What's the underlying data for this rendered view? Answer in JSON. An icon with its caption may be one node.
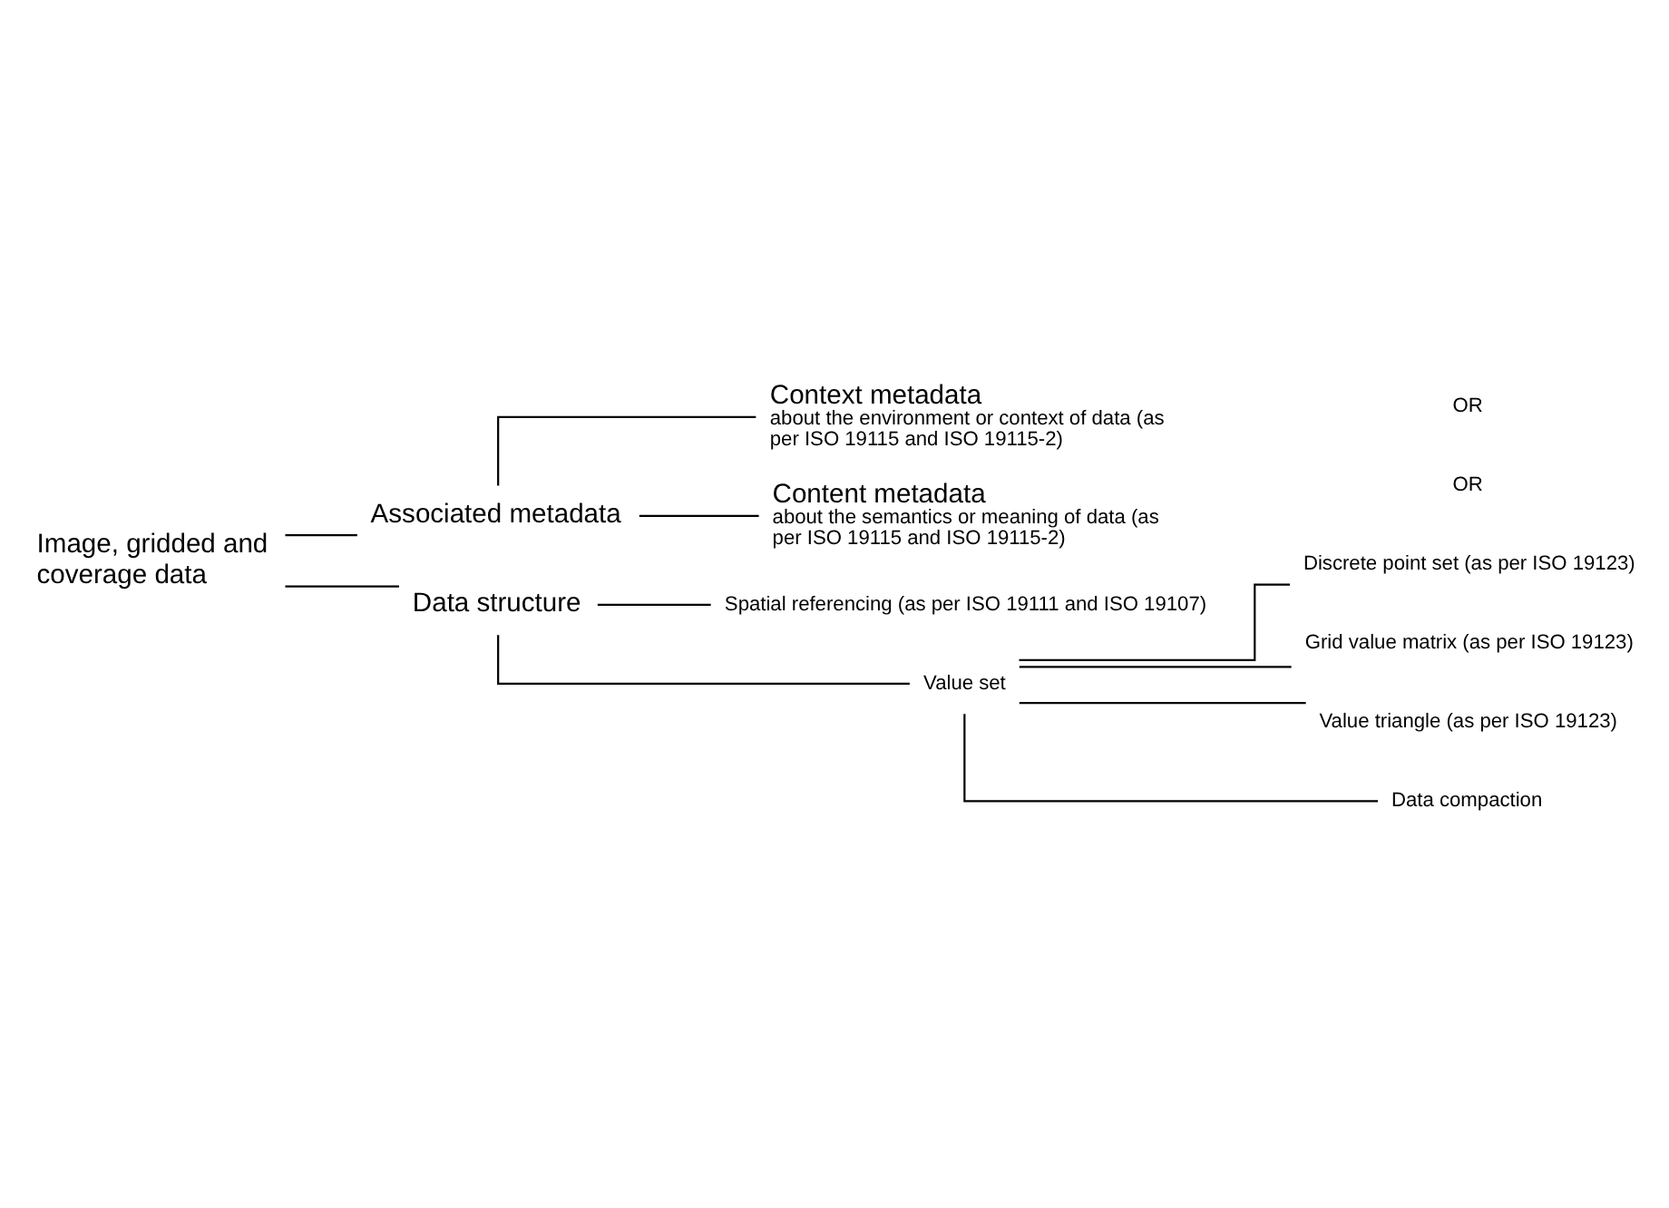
{
  "diagram": {
    "nodes": [
      {
        "text": [
          "Image, gridded and coverage data"
        ]
      },
      {
        "text": [
          "Associated metadata"
        ]
      },
      {
        "text": [
          "Context metadata",
          "about the environment or context of data (as per ISO 19115 and ISO 19115-2)"
        ]
      },
      {
        "text": [
          "Content metadata",
          "about the semantics or meaning of data (as per ISO 19115 and ISO 19115-2)"
        ]
      },
      {
        "text": [
          "Data structure"
        ]
      },
      {
        "text": [
          "Spatial referencing (as per ISO 19111 and ISO 19107)"
        ]
      },
      {
        "text": [
          "Value set"
        ]
      },
      {
        "text": [
          "Discrete point set (as per ISO 19123)"
        ]
      },
      {
        "text": [
          "Grid value matrix (as per ISO 19123)"
        ]
      },
      {
        "text": [
          "Value triangle (as per ISO 19123)"
        ]
      },
      {
        "text": [
          "Data compaction"
        ]
      }
    ],
    "edges": [
      {
        "from": 0,
        "to": 1,
        "arrow": "none"
      },
      {
        "from": 0,
        "to": 4,
        "arrow": "none"
      },
      {
        "from": 1,
        "to": 2,
        "arrow": "none"
      },
      {
        "from": 1,
        "to": 3,
        "arrow": "none"
      },
      {
        "from": 4,
        "to": 5,
        "arrow": "none"
      },
      {
        "from": 4,
        "to": 6,
        "arrow": "none"
      },
      {
        "from": 6,
        "to": 7,
        "arrow": "none"
      },
      {
        "from": 6,
        "to": 8,
        "arrow": "none"
      },
      {
        "from": 6,
        "to": 9,
        "arrow": "none"
      },
      {
        "from": 6,
        "to": 10,
        "arrow": "none"
      }
    ],
    "labels": [
      "OR",
      "OR"
    ]
  }
}
